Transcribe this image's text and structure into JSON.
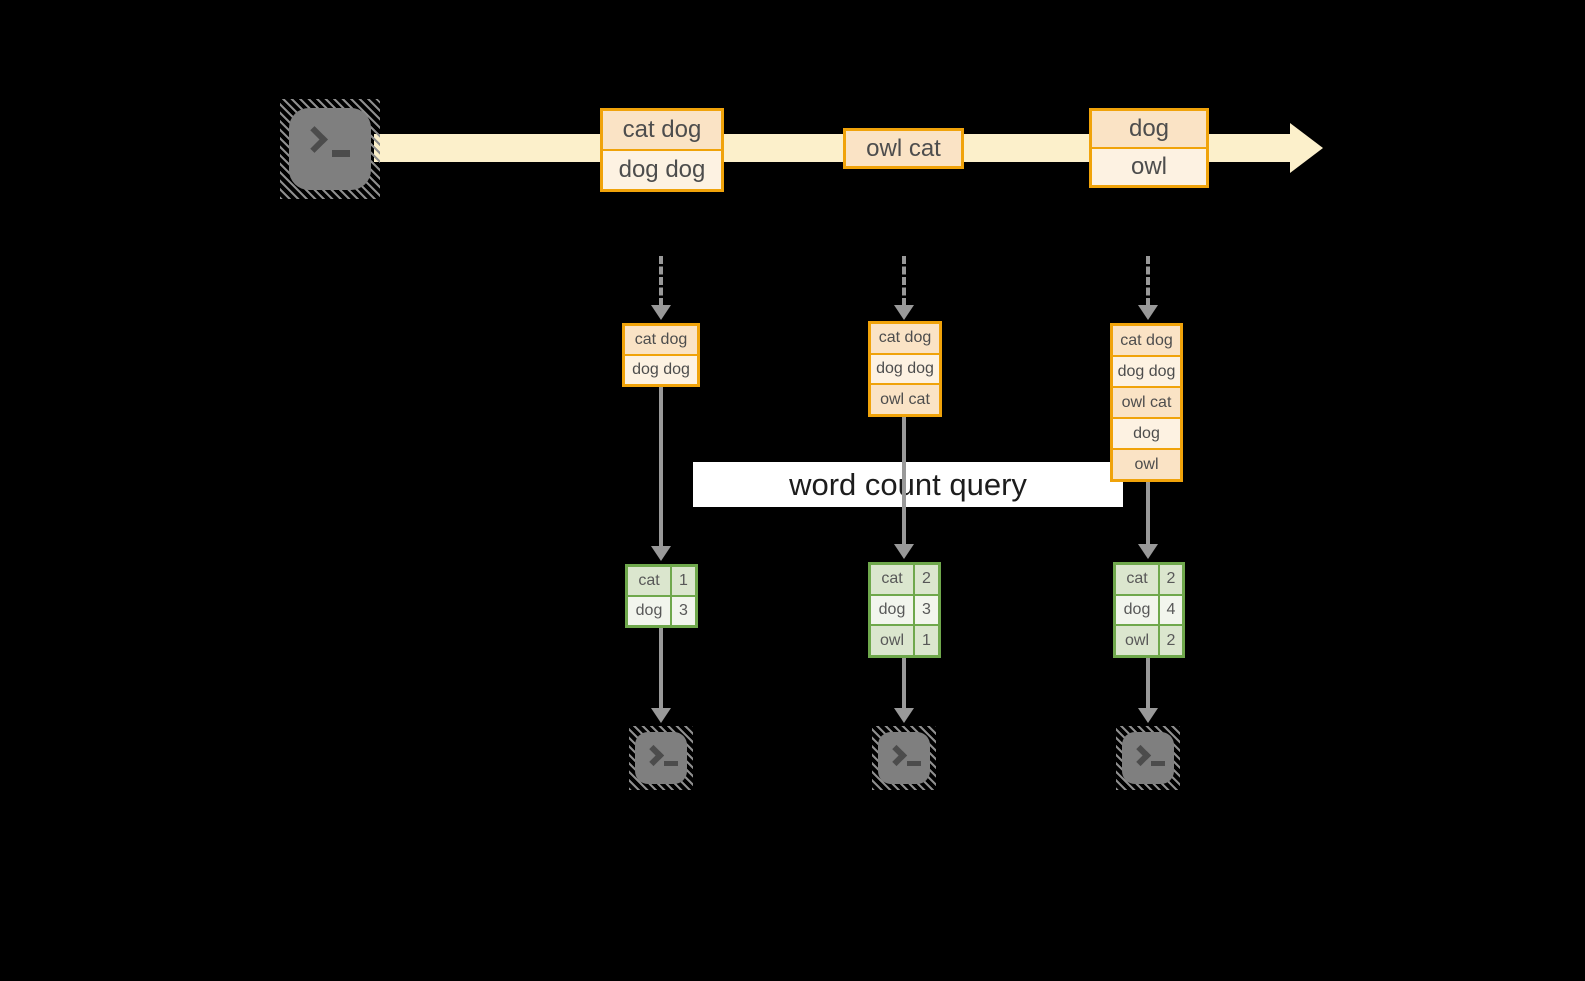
{
  "diagram": {
    "banner_label": "word count query",
    "stream_events": [
      {
        "rows": [
          "cat dog",
          "dog dog"
        ]
      },
      {
        "rows": [
          "owl cat"
        ]
      },
      {
        "rows": [
          "dog",
          "owl"
        ]
      }
    ],
    "buffers": [
      {
        "rows": [
          "cat dog",
          "dog dog"
        ]
      },
      {
        "rows": [
          "cat dog",
          "dog dog",
          "owl cat"
        ]
      },
      {
        "rows": [
          "cat dog",
          "dog dog",
          "owl cat",
          "dog",
          "owl"
        ]
      }
    ],
    "count_tables": [
      {
        "rows": [
          {
            "word": "cat",
            "count": "1"
          },
          {
            "word": "dog",
            "count": "3"
          }
        ]
      },
      {
        "rows": [
          {
            "word": "cat",
            "count": "2"
          },
          {
            "word": "dog",
            "count": "3"
          },
          {
            "word": "owl",
            "count": "1"
          }
        ]
      },
      {
        "rows": [
          {
            "word": "cat",
            "count": "2"
          },
          {
            "word": "dog",
            "count": "4"
          },
          {
            "word": "owl",
            "count": "2"
          }
        ]
      }
    ],
    "colors": {
      "background": "#000000",
      "stream_band": "#fcf0cb",
      "amber_border": "#f0a30a",
      "peach_fill": "#fae3c5",
      "cream_fill": "#fdf2e2",
      "green_border": "#6fa84c",
      "green_fill_dark": "#dbe6ce",
      "green_fill_light": "#f2f5ed",
      "arrow_gray": "#999999",
      "banner_background": "#ffffff",
      "terminal_gray": "#7f7f7f"
    }
  }
}
